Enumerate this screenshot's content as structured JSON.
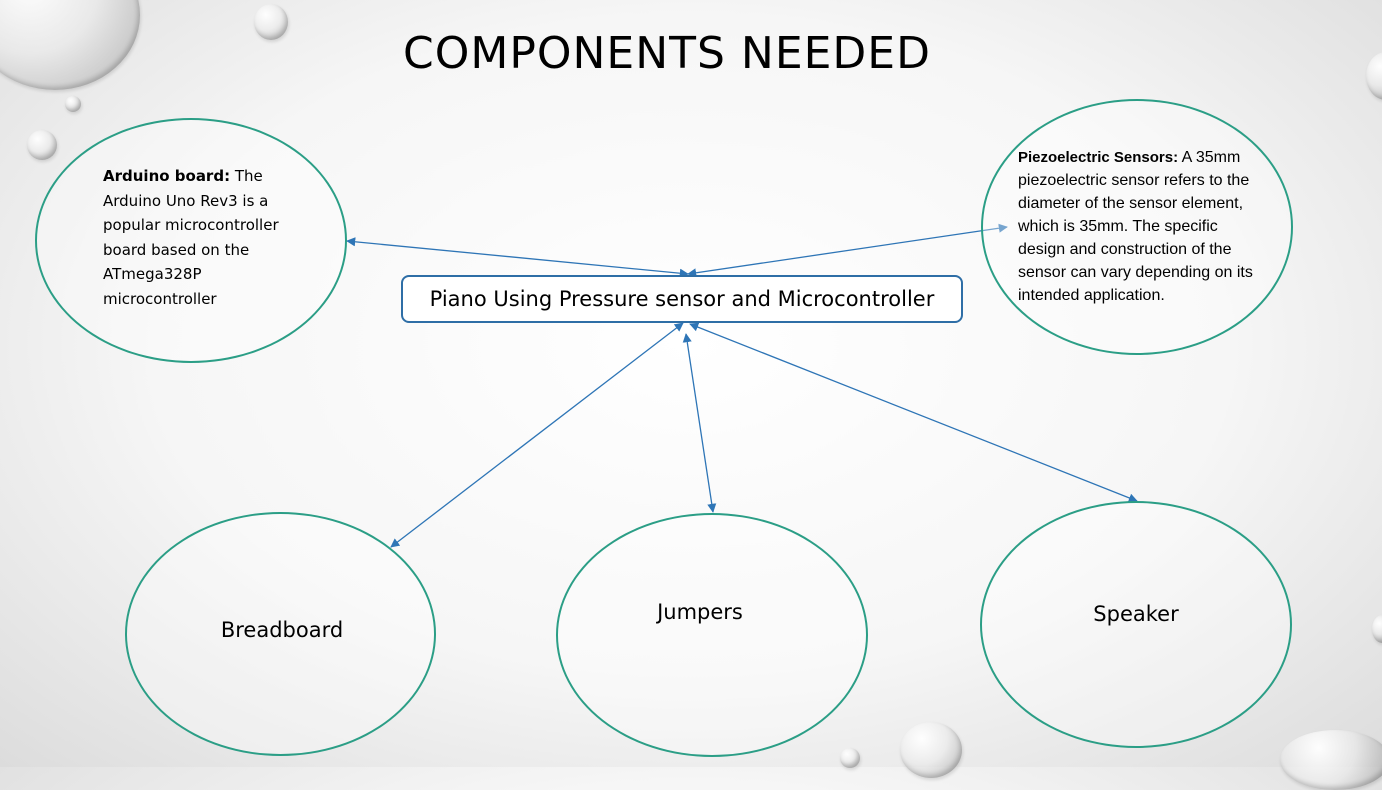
{
  "slide": {
    "title": "COMPONENTS NEEDED"
  },
  "center_node": {
    "label": "Piano Using Pressure sensor and Microcontroller"
  },
  "arduino": {
    "heading": "Arduino board:",
    "lines": [
      "The",
      "Arduino Uno Rev3 is a",
      "popular microcontroller",
      "board based on the",
      "ATmega328P",
      "microcontroller"
    ]
  },
  "piezo": {
    "heading": "Piezoelectric Sensors:",
    "lines": [
      "A 35mm",
      "piezoelectric sensor refers to the",
      "diameter of the sensor element,",
      "which is 35mm. The specific",
      "design and construction of the",
      "sensor can vary depending on its",
      "intended application."
    ]
  },
  "breadboard": {
    "label": "Breadboard"
  },
  "jumpers": {
    "label": "Jumpers"
  },
  "speaker": {
    "label": "Speaker"
  },
  "colors": {
    "ellipse_border": "#2b9e86",
    "box_border": "#2e6ea6",
    "connector": "#2e75b6"
  }
}
